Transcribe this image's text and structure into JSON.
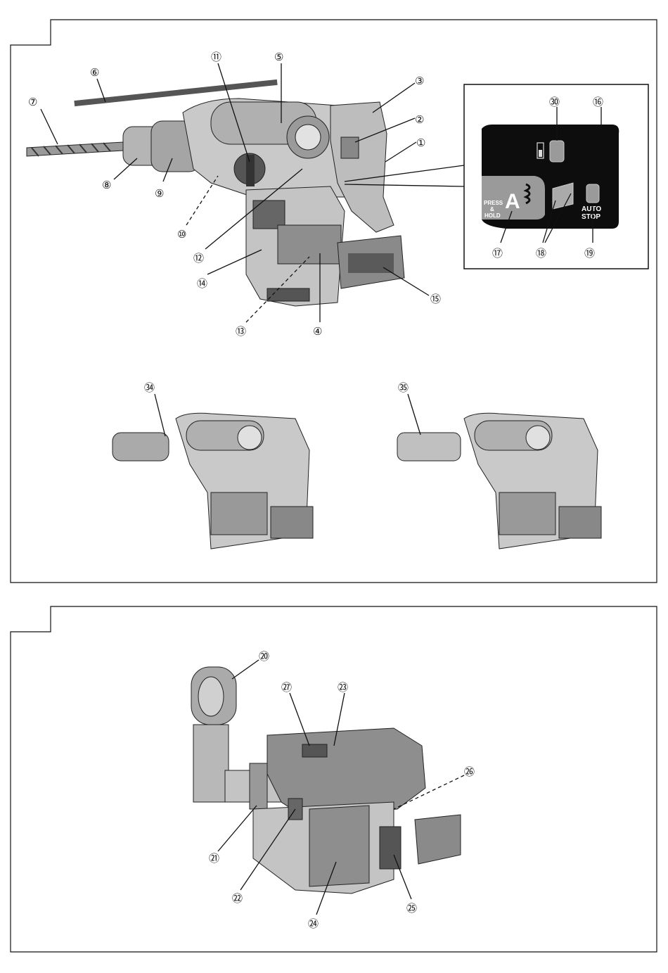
{
  "figures": [
    {
      "tab": "",
      "description_hidden": true
    },
    {
      "tab": "",
      "description_hidden": true
    }
  ],
  "callouts_top": [
    "①",
    "②",
    "③",
    "④",
    "⑤",
    "⑥",
    "⑦",
    "⑧",
    "⑨",
    "⑩",
    "⑪",
    "⑫",
    "⑬",
    "⑭",
    "⑮",
    "⑯",
    "⑰",
    "⑱",
    "⑲",
    "㉚",
    "㉞",
    "㉟"
  ],
  "callouts_bottom": [
    "⑳",
    "㉑",
    "㉒",
    "㉓",
    "㉔",
    "㉕",
    "㉖",
    "㉗"
  ],
  "panel": {
    "press_hold": [
      "PRESS",
      "&",
      "HOLD"
    ],
    "mode_letter": "A",
    "auto_stop": [
      "AUTO",
      "STOP"
    ]
  },
  "colors": {
    "tool_body": "#c9c9c9",
    "tool_dark": "#8e8e8e",
    "panel_bg": "#0d0d0d",
    "panel_grey": "#9a9a9a",
    "line": "#111111"
  }
}
